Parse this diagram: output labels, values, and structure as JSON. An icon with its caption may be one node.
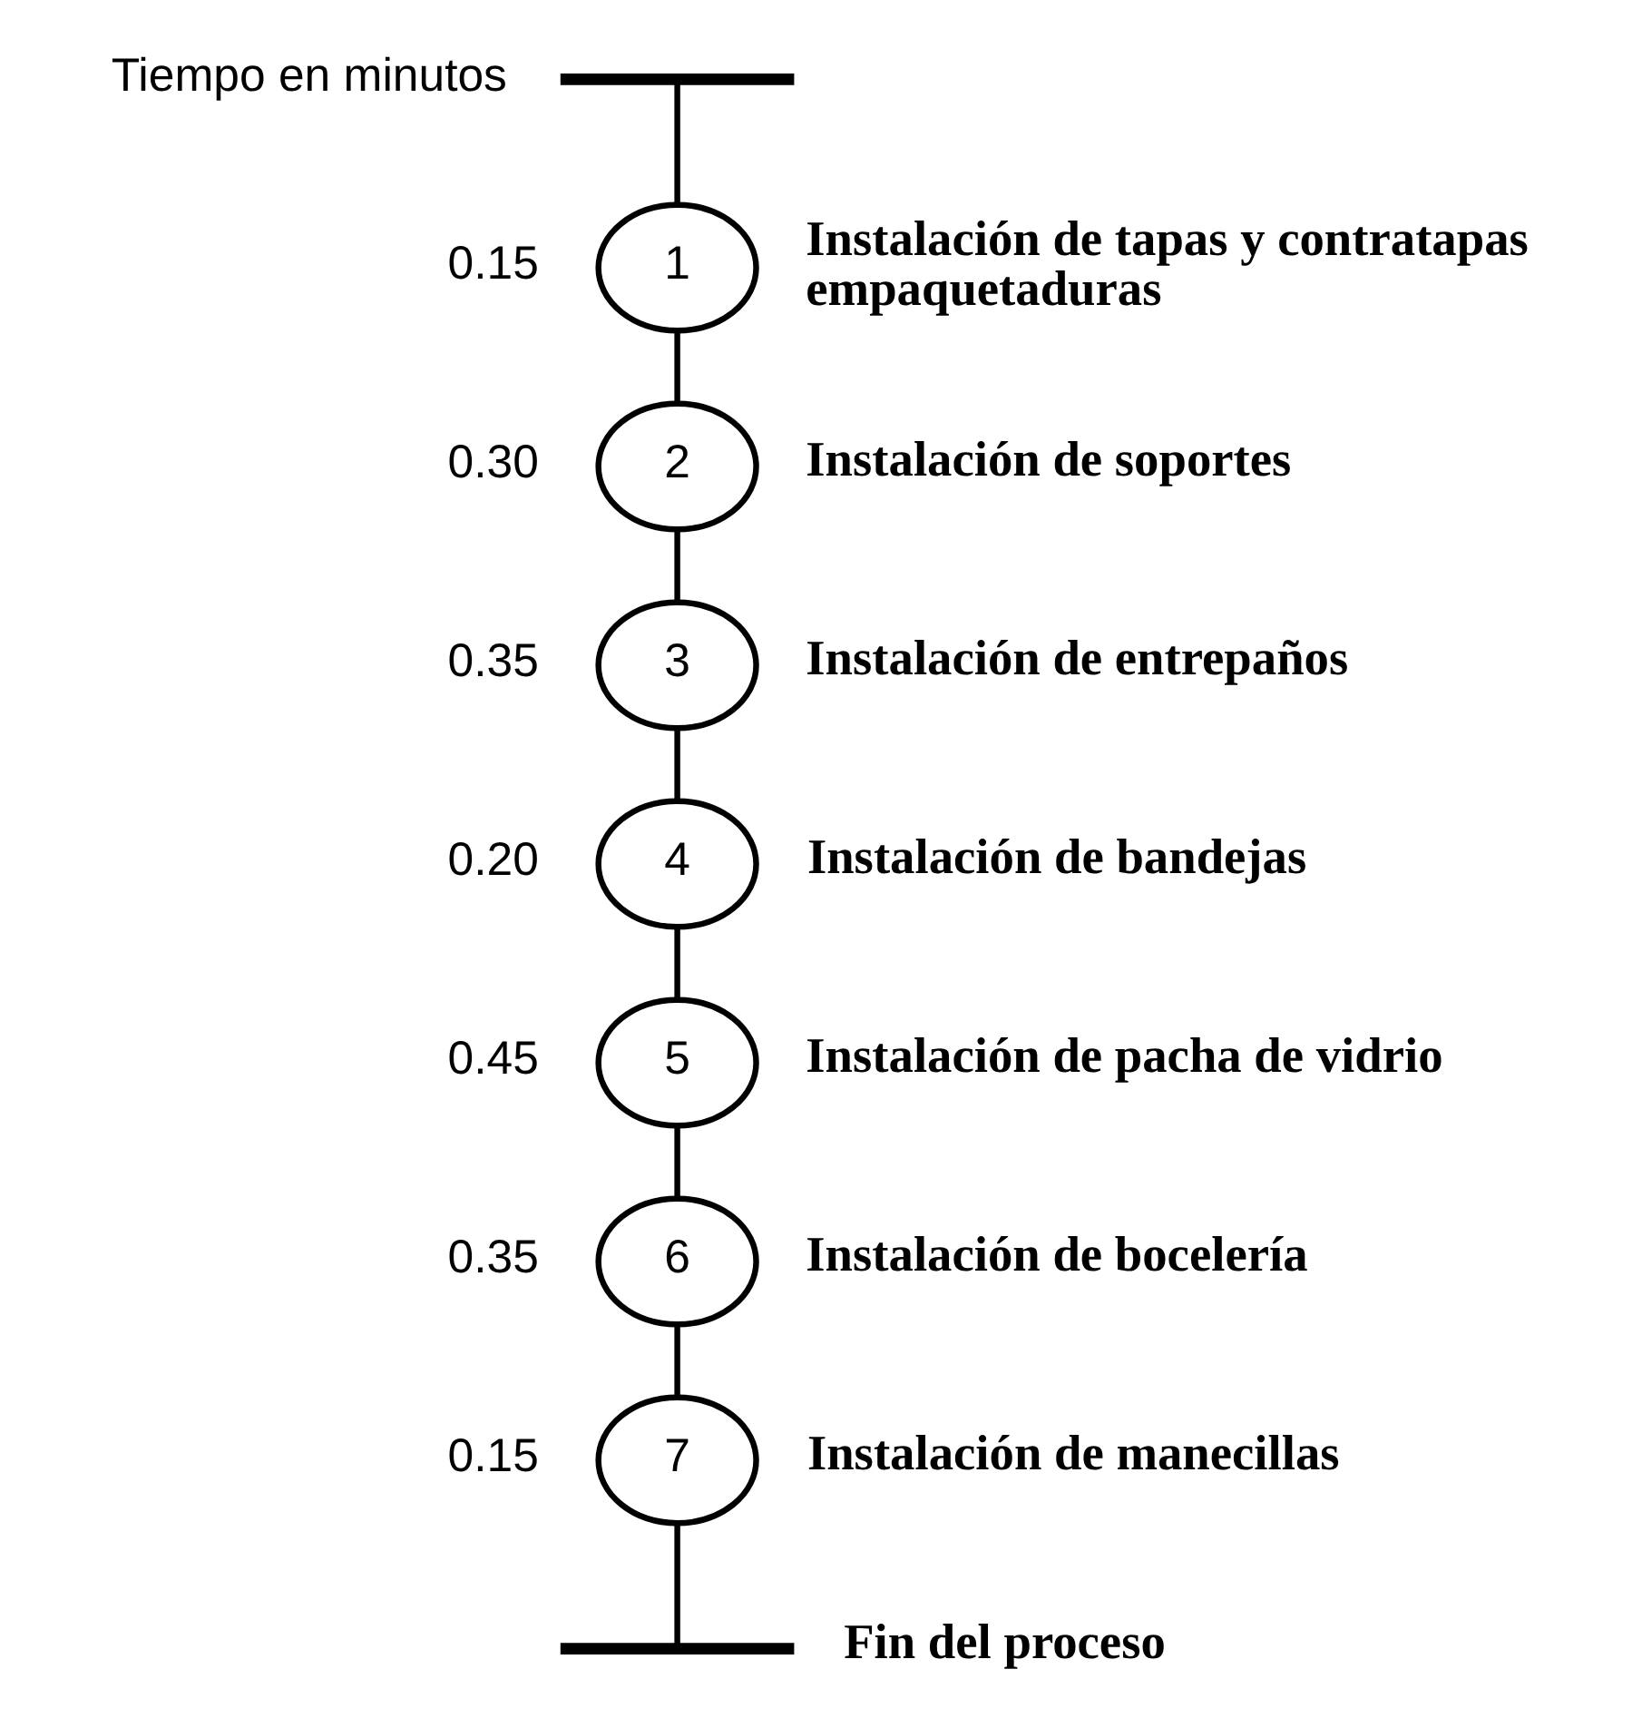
{
  "diagram": {
    "nodes": [
      {
        "text": [],
        "shape": "bar"
      },
      {
        "text": [
          "1"
        ],
        "beside": [
          "0.15",
          "Instalación de tapas y contratapas empaquetaduras"
        ]
      },
      {
        "text": [
          "2"
        ],
        "beside": [
          "0.30",
          "Instalación de soportes"
        ]
      },
      {
        "text": [
          "3"
        ],
        "beside": [
          "0.35",
          "Instalación de entrepaños"
        ]
      },
      {
        "text": [
          "4"
        ],
        "beside": [
          "0.20",
          "Instalación de bandejas"
        ]
      },
      {
        "text": [
          "5"
        ],
        "beside": [
          "0.45",
          "Instalación de pacha de vidrio"
        ]
      },
      {
        "text": [
          "6"
        ],
        "beside": [
          "0.35",
          "Instalación de bocelería"
        ]
      },
      {
        "text": [
          "7"
        ],
        "beside": [
          "0.15",
          "Instalación de manecillas"
        ]
      },
      {
        "text": [],
        "shape": "bar",
        "beside": [
          "Fin del proceso"
        ]
      }
    ],
    "edges": [
      {
        "from": 0,
        "to": 1,
        "arrow": "none"
      },
      {
        "from": 1,
        "to": 2,
        "arrow": "none"
      },
      {
        "from": 2,
        "to": 3,
        "arrow": "none"
      },
      {
        "from": 3,
        "to": 4,
        "arrow": "none"
      },
      {
        "from": 4,
        "to": 5,
        "arrow": "none"
      },
      {
        "from": 5,
        "to": 6,
        "arrow": "none"
      },
      {
        "from": 6,
        "to": 7,
        "arrow": "none"
      },
      {
        "from": 7,
        "to": 8,
        "arrow": "none"
      }
    ],
    "labels": [
      "Tiempo en minutos"
    ]
  }
}
